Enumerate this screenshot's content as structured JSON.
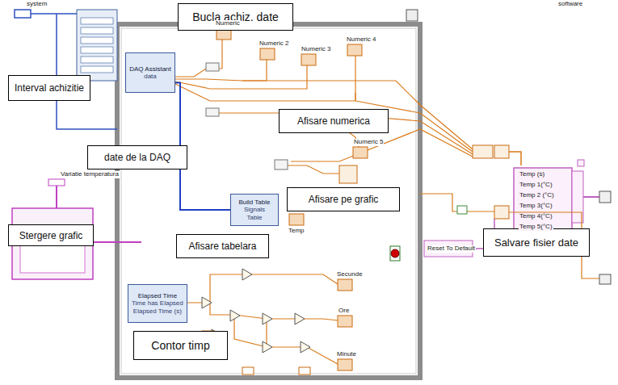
{
  "diagram": {
    "nodes": [
      {
        "text": [
          "Bucla achiz. date"
        ]
      },
      {
        "text": [
          "Interval achizitie"
        ]
      },
      {
        "text": [
          "date de la DAQ"
        ]
      },
      {
        "text": [
          "Stergere grafic"
        ]
      },
      {
        "text": [
          "Afisare numerica"
        ]
      },
      {
        "text": [
          "Afisare pe grafic"
        ]
      },
      {
        "text": [
          "Afisare tabelara"
        ]
      },
      {
        "text": [
          "Salvare fisier date"
        ]
      },
      {
        "text": [
          "Contor timp"
        ]
      },
      {
        "text": [
          "DAQ Assistant",
          "data"
        ]
      },
      {
        "text": [
          "Build Table",
          "Signals",
          "Table"
        ]
      },
      {
        "text": [
          "Elapsed Time",
          "Time has Elapsed",
          "Elapsed Time (s)"
        ]
      }
    ],
    "edges": [
      {
        "from": 9,
        "to": 10,
        "arrow": "none"
      }
    ],
    "labels": [
      "system",
      "software",
      "Numeric",
      "Numeric 2",
      "Numeric 3",
      "Numeric 4",
      "Numeric 5",
      "Variatie temperatura",
      "Temp",
      "Secunde",
      "Ore",
      "Minute",
      "Reset To Default",
      "Temp (s)",
      "Temp 1(°C)",
      "Temp 2 (°C)",
      "Temp 3(°C)",
      "Temp 4(°C)",
      "Temp 5(°C)"
    ]
  }
}
